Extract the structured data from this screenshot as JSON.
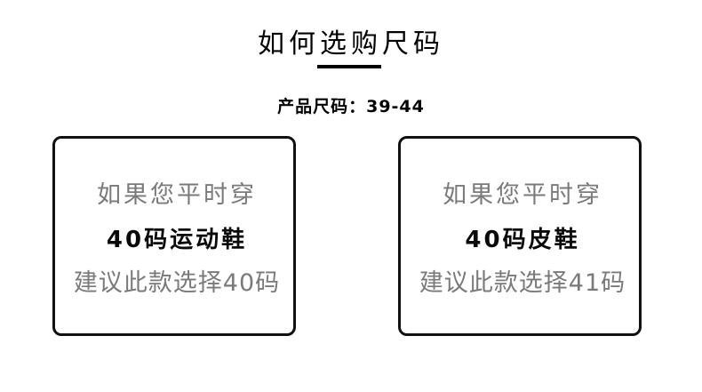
{
  "header": {
    "title": "如何选购尺码",
    "subtitle": "产品尺码：39-44"
  },
  "cards": [
    {
      "line1": "如果您平时穿",
      "line2": "40码运动鞋",
      "line3": "建议此款选择40码"
    },
    {
      "line1": "如果您平时穿",
      "line2": "40码皮鞋",
      "line3": "建议此款选择41码"
    }
  ],
  "colors": {
    "text_primary": "#000000",
    "text_secondary": "#7a7a7a",
    "border": "#111111"
  }
}
